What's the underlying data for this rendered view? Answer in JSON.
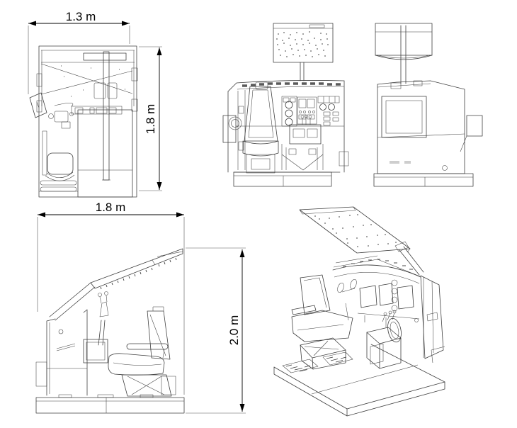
{
  "drawing": {
    "background_color": "#ffffff",
    "line_color": "#3f3f3f",
    "dimension_color": "#000000",
    "dimensions": {
      "top_view": {
        "width": "1.3 m",
        "depth": "1.8 m"
      },
      "side_view": {
        "length": "1.8 m",
        "height": "2.0 m"
      }
    }
  }
}
